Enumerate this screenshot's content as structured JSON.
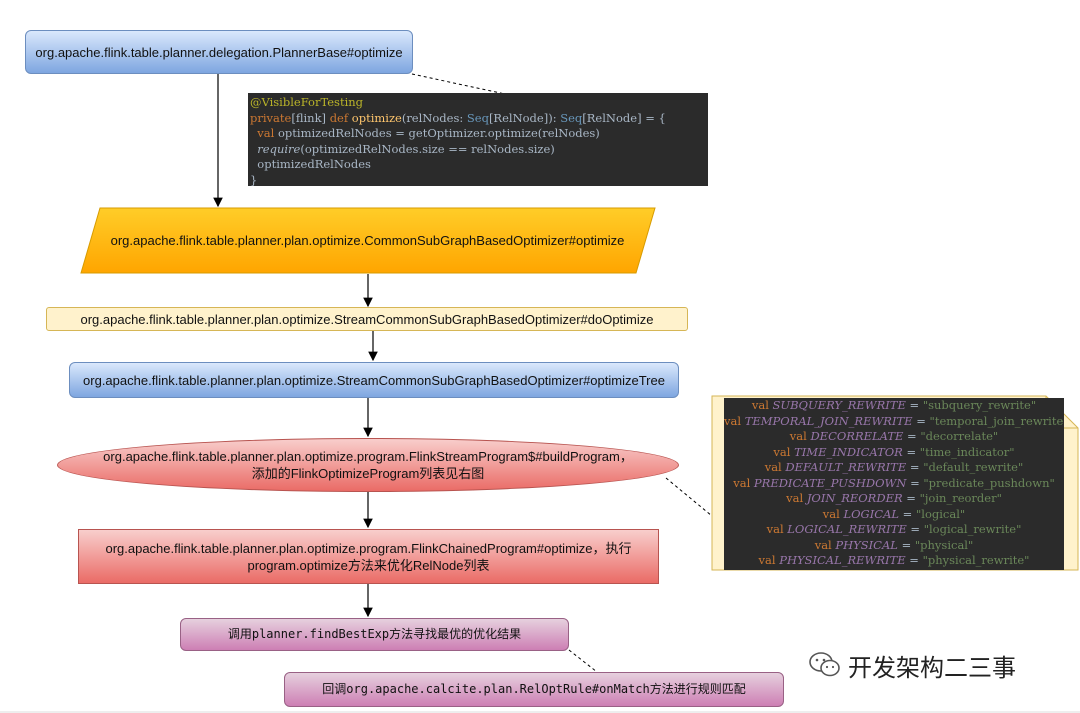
{
  "nodes": {
    "planner_base": "org.apache.flink.table.planner.delegation.PlannerBase#optimize",
    "common_subgraph": "org.apache.flink.table.planner.plan.optimize.CommonSubGraphBasedOptimizer#optimize",
    "do_optimize": "org.apache.flink.table.planner.plan.optimize.StreamCommonSubGraphBasedOptimizer#doOptimize",
    "optimize_tree": "org.apache.flink.table.planner.plan.optimize.StreamCommonSubGraphBasedOptimizer#optimizeTree",
    "build_program_line1": "org.apache.flink.table.planner.plan.optimize.program.FlinkStreamProgram$#buildProgram，",
    "build_program_line2": "添加的FlinkOptimizeProgram列表见右图",
    "chained_program_line1": "org.apache.flink.table.planner.plan.optimize.program.FlinkChainedProgram#optimize，执行",
    "chained_program_line2": "program.optimize方法来优化RelNode列表",
    "find_best_exp": "调用planner.findBestExp方法寻找最优的优化结果",
    "on_match": "回调org.apache.calcite.plan.RelOptRule#onMatch方法进行规则匹配"
  },
  "code_snippet": {
    "line1": "@VisibleForTesting",
    "line2_a": "private",
    "line2_b": "[flink] ",
    "line2_c": "def ",
    "line2_d": "optimize",
    "line2_e": "(relNodes: ",
    "line2_f": "Seq",
    "line2_g": "[RelNode]): ",
    "line2_h": "Seq",
    "line2_i": "[RelNode] = {",
    "line3_a": "  val ",
    "line3_b": "optimizedRelNodes = getOptimizer.optimize(relNodes)",
    "line4_a": "  require",
    "line4_b": "(optimizedRelNodes.size == relNodes.size)",
    "line5": "  optimizedRelNodes",
    "line6": "}"
  },
  "constants": [
    {
      "keyword": "val",
      "name": "SUBQUERY_REWRITE",
      "value": "\"subquery_rewrite\""
    },
    {
      "keyword": "val",
      "name": "TEMPORAL_JOIN_REWRITE",
      "value": "\"temporal_join_rewrite\""
    },
    {
      "keyword": "val",
      "name": "DECORRELATE",
      "value": "\"decorrelate\""
    },
    {
      "keyword": "val",
      "name": "TIME_INDICATOR",
      "value": "\"time_indicator\""
    },
    {
      "keyword": "val",
      "name": "DEFAULT_REWRITE",
      "value": "\"default_rewrite\""
    },
    {
      "keyword": "val",
      "name": "PREDICATE_PUSHDOWN",
      "value": "\"predicate_pushdown\""
    },
    {
      "keyword": "val",
      "name": "JOIN_REORDER",
      "value": "\"join_reorder\""
    },
    {
      "keyword": "val",
      "name": "LOGICAL",
      "value": "\"logical\""
    },
    {
      "keyword": "val",
      "name": "LOGICAL_REWRITE",
      "value": "\"logical_rewrite\""
    },
    {
      "keyword": "val",
      "name": "PHYSICAL",
      "value": "\"physical\""
    },
    {
      "keyword": "val",
      "name": "PHYSICAL_REWRITE",
      "value": "\"physical_rewrite\""
    }
  ],
  "watermark": {
    "icon": "wechat-icon",
    "text": "开发架构二三事"
  }
}
